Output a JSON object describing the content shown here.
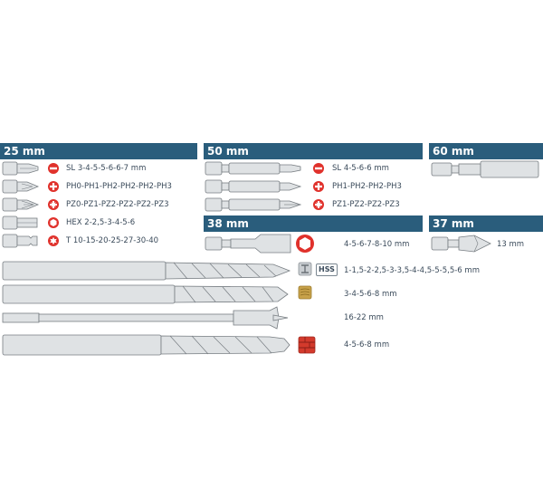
{
  "sections": {
    "s25": {
      "title": "25 mm"
    },
    "s50": {
      "title": "50 mm"
    },
    "s60": {
      "title": "60 mm"
    },
    "s38": {
      "title": "38 mm"
    },
    "s37": {
      "title": "37 mm"
    }
  },
  "bits25": [
    {
      "type": "SL",
      "label": "SL 3-4-5-5-6-6-7 mm"
    },
    {
      "type": "PH",
      "label": "PH0-PH1-PH2-PH2-PH2-PH3"
    },
    {
      "type": "PZ",
      "label": "PZ0-PZ1-PZ2-PZ2-PZ2-PZ3"
    },
    {
      "type": "HEX",
      "label": "HEX 2-2,5-3-4-5-6"
    },
    {
      "type": "T",
      "label": "T 10-15-20-25-27-30-40"
    }
  ],
  "bits50": [
    {
      "type": "SL",
      "label": "SL 4-5-6-6 mm"
    },
    {
      "type": "PH",
      "label": "PH1-PH2-PH2-PH3"
    },
    {
      "type": "PZ",
      "label": "PZ1-PZ2-PZ2-PZ3"
    }
  ],
  "nut": {
    "label": "4-5-6-7-8-10 mm"
  },
  "countersink": {
    "label": "13 mm"
  },
  "drills": [
    {
      "type": "metal",
      "badge": "HSS",
      "label": "1-1,5-2-2,5-3-3,5-4-4,5-5-5,5-6 mm"
    },
    {
      "type": "wood",
      "label": "3-4-5-6-8 mm"
    },
    {
      "type": "flat",
      "label": "16-22 mm"
    },
    {
      "type": "masonry",
      "label": "4-5-6-8 mm"
    }
  ],
  "colors": {
    "header": "#2a5d7c",
    "icon_red": "#e0312b",
    "steel": "#d8dcdf",
    "steel_dark": "#8d9398"
  }
}
